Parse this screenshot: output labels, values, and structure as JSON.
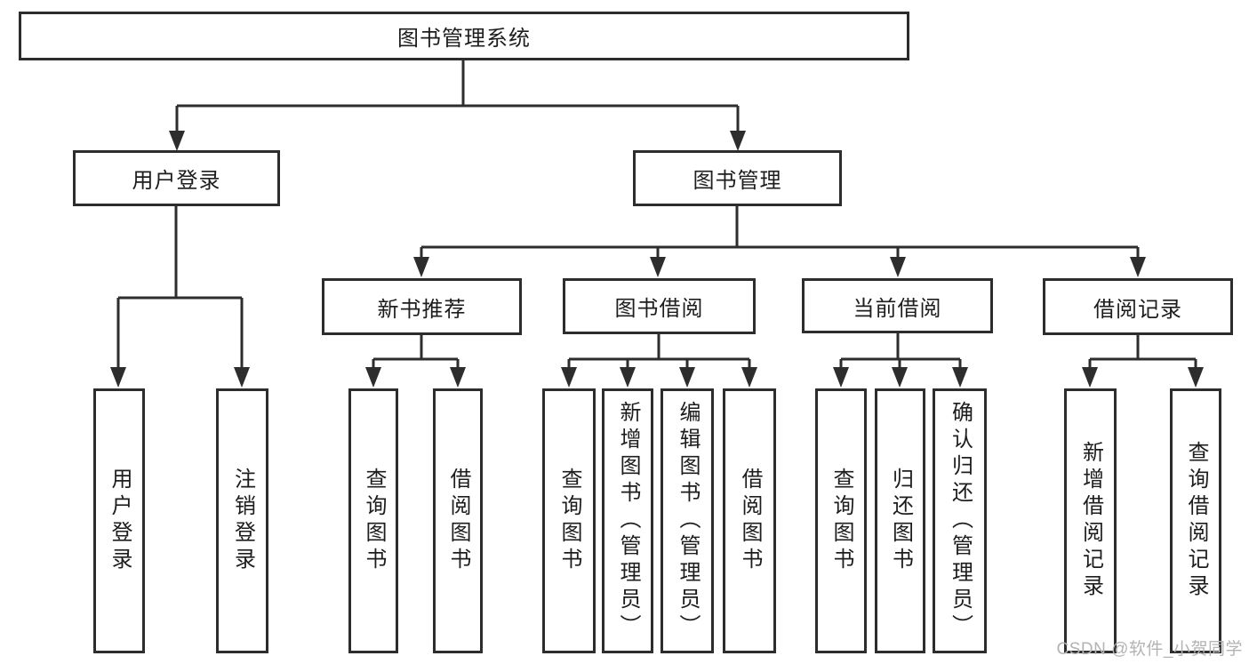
{
  "diagram": {
    "root": {
      "label": "图书管理系统",
      "children": [
        {
          "label": "用户登录",
          "children": [
            {
              "label": "用户登录"
            },
            {
              "label": "注销登录"
            }
          ]
        },
        {
          "label": "图书管理",
          "children": [
            {
              "label": "新书推荐",
              "children": [
                {
                  "label": "查询图书"
                },
                {
                  "label": "借阅图书"
                }
              ]
            },
            {
              "label": "图书借阅",
              "children": [
                {
                  "label": "查询图书"
                },
                {
                  "label": "新增图书（管理员）"
                },
                {
                  "label": "编辑图书（管理员）"
                },
                {
                  "label": "借阅图书"
                }
              ]
            },
            {
              "label": "当前借阅",
              "children": [
                {
                  "label": "查询图书"
                },
                {
                  "label": "归还图书"
                },
                {
                  "label": "确认归还（管理员）"
                }
              ]
            },
            {
              "label": "借阅记录",
              "children": [
                {
                  "label": "新增借阅记录"
                },
                {
                  "label": "查询借阅记录"
                }
              ]
            }
          ]
        }
      ]
    }
  },
  "watermark": {
    "text": "CSDN @软件_小贺同学"
  },
  "colors": {
    "line": "#2d2d2d",
    "text": "#1d1d1d",
    "watermark": "#b3b3b3",
    "background": "#ffffff"
  }
}
